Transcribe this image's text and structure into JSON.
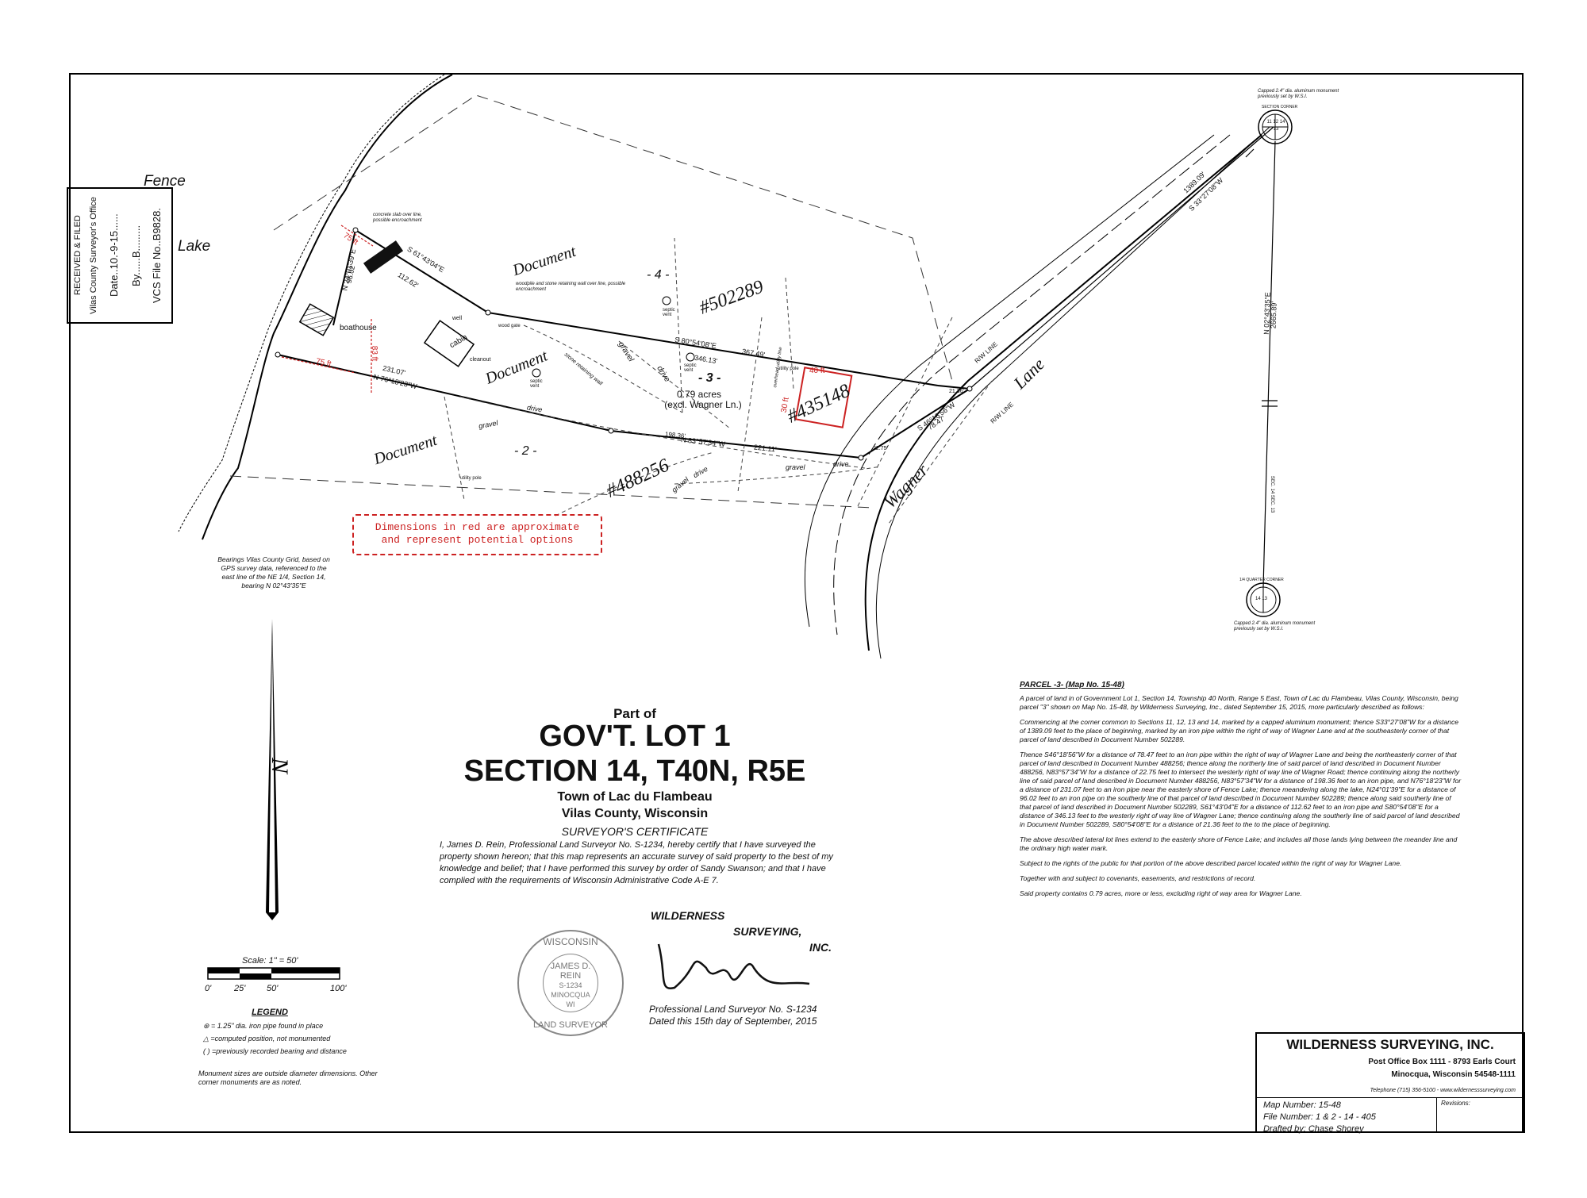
{
  "stamp": {
    "line1": "RECEIVED & FILED",
    "line2": "Vilas County Surveyor's Office",
    "date": "Date..10.-9-15......",
    "by": "By......B.........",
    "file": "VCS File No..B9828."
  },
  "map": {
    "fence": "Fence",
    "lake": "Lake",
    "doc_top": "Document",
    "doc_mid": "Document",
    "doc_left": "Document",
    "lot4": "- 4 -",
    "lot3": "- 3 -",
    "lot2": "- 2 -",
    "doc502289": "#502289",
    "doc488256": "#488256",
    "doc435148": "#435148",
    "acres": "0.79 acres",
    "acres_excl": "(excl. Wagner Ln.)",
    "wagner": "Wagner",
    "lane": "Lane",
    "row_line1": "R/W LINE",
    "row_line2": "R/W LINE",
    "boathouse": "boathouse",
    "cabin": "cabin",
    "well": "well",
    "cleanout": "cleanout",
    "utility_pole1": "utility pole",
    "utility_pole2": "utility pole",
    "septic1": "septic vent",
    "septic2": "septic vent",
    "septic3": "septic vent",
    "gravel1": "gravel",
    "gravel2": "gravel",
    "gravel3": "gravel",
    "gravel4": "gravel",
    "drive1": "drive",
    "drive2": "drive",
    "drive3": "drive",
    "drive4": "drive",
    "wood_gate": "wood gate",
    "stone_wall": "stone retaining wall",
    "overhead": "overhead utility line",
    "woodpile": "woodpile and stone retaining wall over line, possible encroachment",
    "concrete": "concrete slab over line, possible encroachment",
    "dim75a": "75 ft",
    "dim75b": "75 ft",
    "dim83": "83 ft",
    "dim40": "40 ft",
    "dim30": "30 ft",
    "b_n24": "N 24°01'39\"E",
    "d_9602": "96.02'",
    "b_s61": "S 61°43'04\"E",
    "d_11262": "112.62'",
    "b_s80": "S 80°54'08\"E",
    "d_36749": "367.49'",
    "d_34613": "346.13'",
    "b_n76": "N 76°18'23\"W",
    "d_23107": "231.07'",
    "b_n83": "N 83°57'34\"W",
    "d_19836": "198.36'",
    "d_22111": "221.11'",
    "d_2275": "22.75'",
    "b_s46": "S 46°18'56\"W",
    "d_7847": "78.47'",
    "d_2136": "21.36'",
    "d_1389": "1389.09'",
    "b_s33": "S 33°27'08\"W",
    "b_n02": "N 02°43'35\"E",
    "d_2665": "2665.89'",
    "monument_top": "Capped 2.4\" dia. aluminum monument previously set by W.S.I.",
    "monument_bot": "Capped 2.4\" dia. aluminum monument previously set by W.S.I.",
    "section_corner": "SECTION CORNER",
    "quarter_corner": "1/4 QUARTER CORNER",
    "sec_top": "11 12 14 13",
    "sec_bot": "14 13",
    "sec_line": "SEC. 14 SEC. 13"
  },
  "red_note": {
    "line1": "Dimensions in red are approximate",
    "line2": "and represent potential options"
  },
  "bearing_note": "Bearings Vilas County Grid, based on GPS survey data, referenced to the east line of the NE 1/4, Section 14, bearing N 02°43'35\"E",
  "north": "N",
  "scale": {
    "label": "Scale: 1\" = 50'",
    "t0": "0'",
    "t25": "25'",
    "t50": "50'",
    "t100": "100'"
  },
  "legend": {
    "title": "LEGEND",
    "item1": "= 1.25\" dia. iron pipe found in place",
    "item2": "=computed position, not monumented",
    "item3": "( ) =previously recorded bearing and distance",
    "note": "Monument sizes are outside diameter dimensions. Other corner monuments are as noted."
  },
  "title": {
    "part_of": "Part of",
    "line1": "GOV'T. LOT 1",
    "line2": "SECTION 14, T40N, R5E",
    "town": "Town of Lac du Flambeau",
    "county": "Vilas County, Wisconsin"
  },
  "certificate": {
    "heading": "SURVEYOR'S CERTIFICATE",
    "body": "I, James D. Rein, Professional Land Surveyor No. S-1234, hereby certify that I have surveyed the property shown hereon; that this map represents an accurate survey of said property to the best of my knowledge and belief; that I have performed this survey by order of Sandy Swanson; and that I have complied with the requirements of Wisconsin Administrative Code A-E 7."
  },
  "signature": {
    "firm1": "WILDERNESS",
    "firm2": "SURVEYING,",
    "firm3": "INC.",
    "line1": "Professional Land Surveyor No. S-1234",
    "line2": "Dated this 15th day of September, 2015"
  },
  "seal": {
    "top": "WISCONSIN",
    "bottom": "LAND SURVEYOR",
    "name1": "JAMES D.",
    "name2": "REIN",
    "num": "S-1234",
    "city": "MINOCQUA",
    "state": "WI"
  },
  "parcel": {
    "heading": "PARCEL -3- (Map No. 15-48)",
    "p1": "A parcel of land in of Government Lot 1, Section 14, Township 40 North, Range 5 East, Town of Lac du Flambeau, Vilas County, Wisconsin, being parcel \"3\" shown on Map No. 15-48, by Wilderness Surveying, Inc., dated September 15, 2015, more particularly described as follows:",
    "p2": "Commencing at the corner common to Sections 11, 12, 13 and 14, marked by a capped aluminum monument; thence S33°27'08\"W for a distance of 1389.09 feet to the place of beginning, marked by an iron pipe within the right of way of Wagner Lane and at the southeasterly corner of that parcel of land described in Document Number 502289.",
    "p3": "Thence S46°18'56\"W for a distance of 78.47 feet to an iron pipe within the right of way of Wagner Lane and being the northeasterly corner of that parcel of land described in Document Number 488256; thence along the northerly line of said parcel of land described in Document Number 488256, N83°57'34\"W for a distance of 22.75 feet to intersect the westerly right of way line of Wagner Road; thence continuing along the northerly line of said parcel of land described in Document Number 488256, N83°57'34\"W for a distance of 198.36 feet to an iron pipe, and N76°18'23\"W for a distance of 231.07 feet to an iron pipe near the easterly shore of Fence Lake; thence meandering along the lake, N24°01'39\"E for a distance of 96.02 feet to an iron pipe on the southerly line of that parcel of land described in Document Number 502289; thence along said southerly line of that parcel of land described in Document Number 502289, S61°43'04\"E for a distance of 112.62 feet to an iron pipe and S80°54'08\"E for a distance of 346.13 feet to the westerly right of way line of Wagner Lane; thence continuing along the southerly line of said parcel of land described in Document Number 502289, S80°54'08\"E for a distance of 21.36 feet to the to the place of beginning.",
    "p4": "The above described lateral lot lines extend to the easterly shore of Fence Lake; and includes all those lands lying between the meander line and the ordinary high water mark.",
    "p5": "Subject to the rights of the public for that portion of the above described parcel located within the right of way for Wagner Lane.",
    "p6": "Together with and subject to covenants, easements, and restrictions of record.",
    "p7": "Said property contains 0.79 acres, more or less, excluding right of way area for Wagner Lane."
  },
  "title_block": {
    "firm": "WILDERNESS SURVEYING, INC.",
    "addr1": "Post Office Box 1111  -  8793 Earls Court",
    "addr2": "Minocqua, Wisconsin  54548-1111",
    "tel": "Telephone (715) 356-5100 - www.wildernesssurveying.com",
    "map_number": "Map Number:  15-48",
    "file_number": "File Number:  1 & 2 - 14 - 405",
    "drafted_by": "Drafted by:  Chase Shorey",
    "revisions": "Revisions:"
  }
}
